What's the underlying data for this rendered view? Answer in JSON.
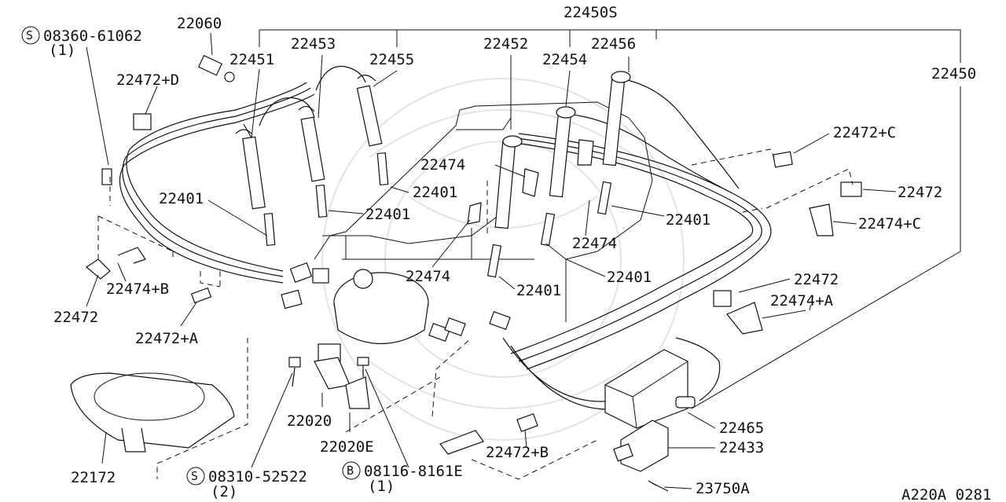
{
  "labels": {
    "part_22450S": "22450S",
    "part_22450": "22450",
    "part_08360": "08360-61062",
    "qty_08360": "(1)",
    "part_22060": "22060",
    "part_22453": "22453",
    "part_22455": "22455",
    "part_22451": "22451",
    "part_22452": "22452",
    "part_22454": "22454",
    "part_22456": "22456",
    "part_22472D": "22472+D",
    "part_22472C": "22472+C",
    "part_22472_r": "22472",
    "part_22474C": "22474+C",
    "part_22474_a": "22474",
    "part_22474_b": "22474",
    "part_22474_c": "22474",
    "part_22401_a": "22401",
    "part_22401_b": "22401",
    "part_22401_c": "22401",
    "part_22401_d": "22401",
    "part_22401_e": "22401",
    "part_22401_f": "22401",
    "part_22474B": "22474+B",
    "part_22472_l": "22472",
    "part_22472A": "22472+A",
    "part_22472_mr": "22472",
    "part_22474A": "22474+A",
    "part_22020": "22020",
    "part_22020E": "22020E",
    "part_22172": "22172",
    "part_08310": "08310-52522",
    "qty_08310": "(2)",
    "part_08116": "08116-8161E",
    "qty_08116": "(1)",
    "part_22472B": "22472+B",
    "part_22465": "22465",
    "part_22433": "22433",
    "part_23750A": "23750A",
    "figure_code": "A220A 0281",
    "prefix_s1": "S",
    "prefix_s2": "S",
    "prefix_b": "B"
  }
}
